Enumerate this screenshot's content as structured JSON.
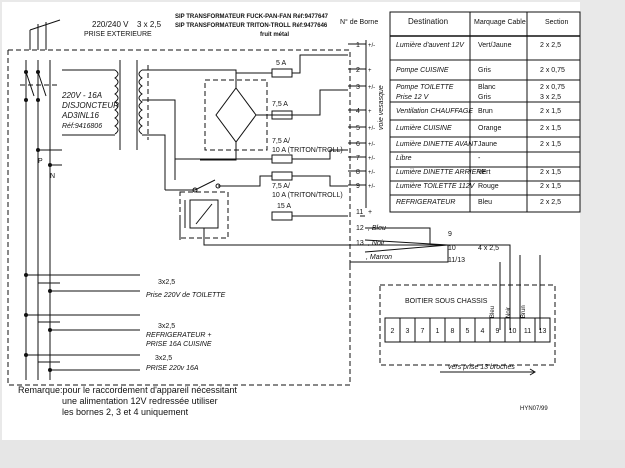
{
  "header": {
    "supply_voltage": "220/240 V",
    "supply_cable": "3 x 2,5",
    "supply_label": "PRISE EXTERIEURE",
    "transformer_line1": "SIP TRANSFORMATEUR FUCK-PAN-FAN Réf:9477647",
    "transformer_line2": "SIP TRANSFORMATEUR TRITON-TROLL Réf:9477646",
    "transformer_line3": "fruit métal"
  },
  "breaker": {
    "line1": "220V - 16A",
    "line2": "DISJONCTEUR",
    "line3": "AD3INL16",
    "line4": "Réf:9416806"
  },
  "fuses": [
    {
      "rating": "5 A"
    },
    {
      "rating": "7,5 A"
    },
    {
      "rating": "7,5 A/",
      "note": "10 A (TRITON/TROLL)"
    },
    {
      "rating": "7,5 A/",
      "note": "10 A (TRITON/TROLL)"
    },
    {
      "rating": "15 A"
    }
  ],
  "left_labels": {
    "phase": "P",
    "neutral": "N"
  },
  "table": {
    "headers": [
      "N° de Borne",
      "Destination",
      "Marquage Cable",
      "Section"
    ],
    "side_label": "voie vesasque",
    "rows": [
      {
        "borne": "1",
        "sign": "+/-",
        "destination": "Lumière d'auvent 12V",
        "marquage": "Vert/Jaune",
        "section": "2 x 2,5"
      },
      {
        "borne": "2",
        "sign": "+",
        "destination": "Pompe CUISINE",
        "marquage": "Gris",
        "section": "2 x 0,75"
      },
      {
        "borne": "3",
        "sign": "+/-",
        "destination": "Pompe TOILETTE",
        "marquage": "Blanc",
        "section": "2 x 0,75"
      },
      {
        "borne": "",
        "sign": "",
        "destination": "Prise 12 V",
        "marquage": "Gris",
        "section": "3 x 2,5"
      },
      {
        "borne": "4",
        "sign": "+",
        "destination": "Ventilation CHAUFFAGE",
        "marquage": "Brun",
        "section": "2 x 1,5"
      },
      {
        "borne": "5",
        "sign": "+/-",
        "destination": "Lumière CUISINE",
        "marquage": "Orange",
        "section": "2 x 1,5"
      },
      {
        "borne": "6",
        "sign": "+/-",
        "destination": "Lumière DINETTE AVANT",
        "marquage": "Jaune",
        "section": "2 x 1,5"
      },
      {
        "borne": "7",
        "sign": "+/-",
        "destination": "Libre",
        "marquage": "-",
        "section": ""
      },
      {
        "borne": "8",
        "sign": "+/-",
        "destination": "Lumière DINETTE ARRIERE",
        "marquage": "Vert",
        "section": "2 x 1,5"
      },
      {
        "borne": "9",
        "sign": "+/-",
        "destination": "Lumière TOILETTE 112V",
        "marquage": "Rouge",
        "section": "2 x 1,5"
      },
      {
        "borne": "",
        "sign": "",
        "destination": "REFRIGERATEUR",
        "marquage": "Bleu",
        "section": "2 x 2,5"
      }
    ]
  },
  "terminals_lower": [
    {
      "num": "11",
      "sign": "+"
    },
    {
      "num": "12",
      "sign": ", Bleu"
    },
    {
      "num": "13",
      "sign": ", Noir"
    },
    {
      "num": "",
      "sign": ", Marron"
    }
  ],
  "bundle": {
    "n9": "9",
    "n10": "10",
    "cable": "4 x 2,5",
    "n1113": "11/13"
  },
  "box": {
    "title": "BOITIER SOUS CHASSIS",
    "cells": [
      "2",
      "3",
      "7",
      "1",
      "8",
      "5",
      "4",
      "9",
      "10",
      "11",
      "13"
    ],
    "wire_labels": [
      "Bleu",
      "Noir",
      "Brun"
    ],
    "arrow_label": "vers prise 13 broches"
  },
  "outlets": [
    {
      "cable": "3x2,5",
      "label": "Prise 220V de TOILETTE"
    },
    {
      "cable": "3x2,5",
      "label": "REFRIGERATEUR +",
      "label2": "PRISE 16A CUISINE"
    },
    {
      "cable": "3x2,5",
      "label": "PRISE 220v 16A"
    }
  ],
  "remark": {
    "line1": "Remarque:pour le raccordement d'appareil nécessitant",
    "line2": "une alimentation 12V redressée utiliser",
    "line3": "les bornes 2, 3 et 4 uniquement"
  },
  "ref": "HYN07/99"
}
